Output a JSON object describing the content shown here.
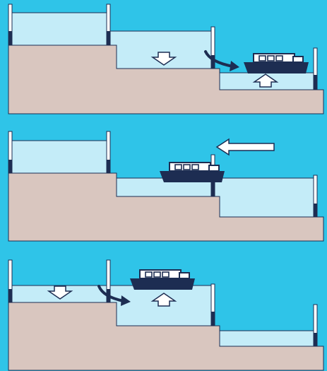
{
  "colors": {
    "background": "#2fc4e8",
    "ground": "#d9c6bf",
    "water": "#c4ecf8",
    "outline": "#1d2d52",
    "boat_hull": "#1d2d52",
    "boat_cabin": "#ffffff",
    "gate_post": "#ffffff"
  },
  "panels": [
    {
      "step": 1,
      "boat_position": "lower-chamber-right",
      "water_flow": "middle-chamber-to-lower-chamber",
      "arrows": [
        "down-arrow-in-middle-chamber",
        "up-arrow-in-lower-chamber",
        "curved-flow-arrow"
      ]
    },
    {
      "step": 2,
      "boat_position": "middle-chamber-entering",
      "movement": "boat-moves-left",
      "arrows": [
        "left-arrow"
      ]
    },
    {
      "step": 3,
      "boat_position": "middle-chamber",
      "water_flow": "upper-chamber-to-middle-chamber",
      "arrows": [
        "down-arrow-in-upper-chamber",
        "up-arrow-in-middle-chamber",
        "curved-flow-arrow"
      ]
    }
  ]
}
